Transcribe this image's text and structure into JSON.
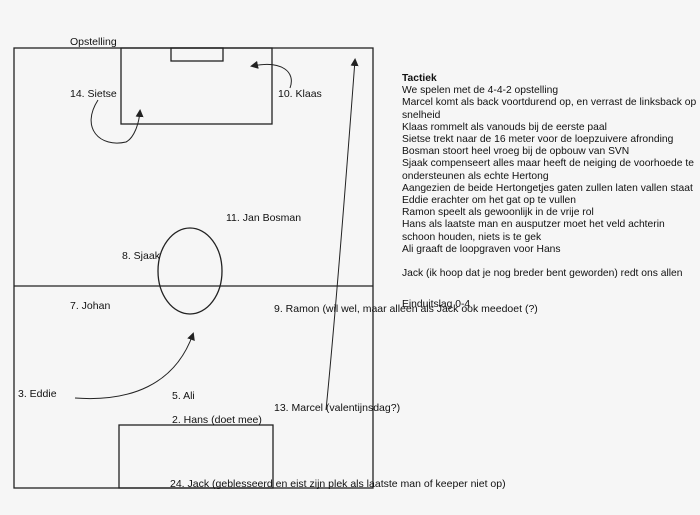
{
  "diagram_title": "Opstelling",
  "players": {
    "sietse": "14. Sietse",
    "klaas": "10. Klaas",
    "jan_bosman": "11. Jan Bosman",
    "sjaak": "8. Sjaak",
    "johan": "7. Johan",
    "ramon": "9. Ramon (wil wel, maar alleen als Jack ook meedoet (?)",
    "eddie": "3. Eddie",
    "ali": "5. Ali",
    "marcel": "13. Marcel (valentijnsdag?)",
    "hans": "2. Hans (doet mee)",
    "jack": "24. Jack (geblesseerd en eist zijn plek als laatste man of keeper niet op)"
  },
  "tactics": {
    "title": "Tactiek",
    "lines": [
      "We spelen met de 4-4-2 opstelling",
      "Marcel komt als back voortdurend op, en verrast de linksback op",
      "snelheid",
      "Klaas rommelt als vanouds bij de eerste paal",
      "Sietse trekt naar de 16 meter voor de loepzuivere afronding",
      "Bosman stoort heel vroeg bij de opbouw van SVN",
      "Sjaak compenseert alles maar heeft de neiging de voorhoede te",
      "ondersteunen als echte Hertong",
      "Aangezien de beide Hertongetjes gaten zullen laten vallen staat",
      "Eddie erachter om het gat op te vullen",
      "Ramon speelt als gewoonlijk in de vrije rol",
      "Hans als laatste man en ausputzer moet het veld achterin",
      "schoon houden, niets is te gek",
      "Ali graaft de loopgraven voor Hans"
    ],
    "note": "Jack (ik hoop dat je nog breder bent geworden) redt ons allen",
    "result": "Einduitslag 0-4"
  }
}
